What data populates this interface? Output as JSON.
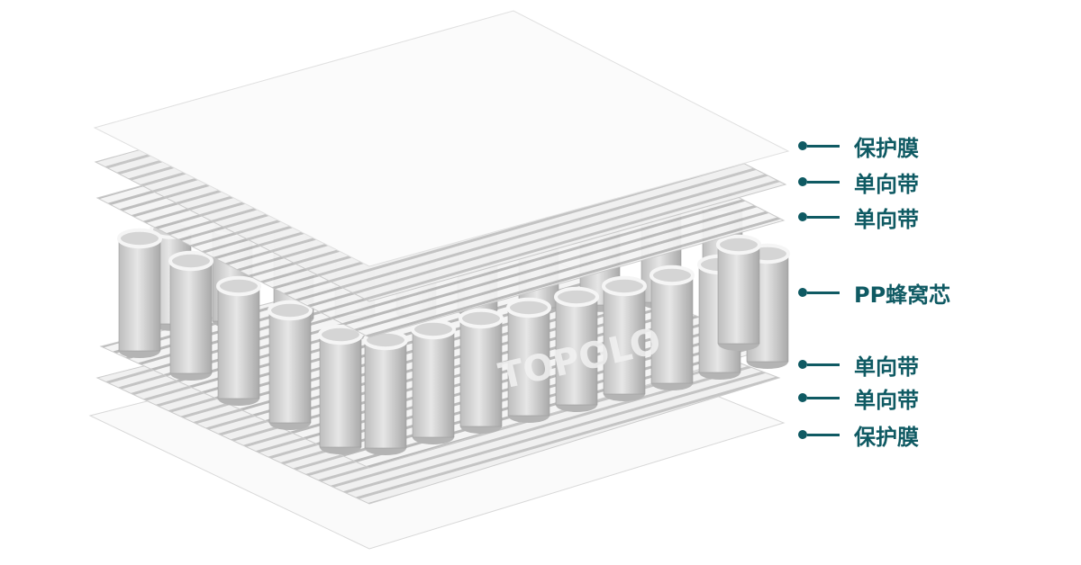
{
  "brand_watermark": "TOPOLO",
  "accent_color": "#0f5a63",
  "layers": [
    {
      "label": "保护膜"
    },
    {
      "label": "单向带"
    },
    {
      "label": "单向带"
    },
    {
      "label": "PP蜂窝芯"
    },
    {
      "label": "单向带"
    },
    {
      "label": "单向带"
    },
    {
      "label": "保护膜"
    }
  ]
}
